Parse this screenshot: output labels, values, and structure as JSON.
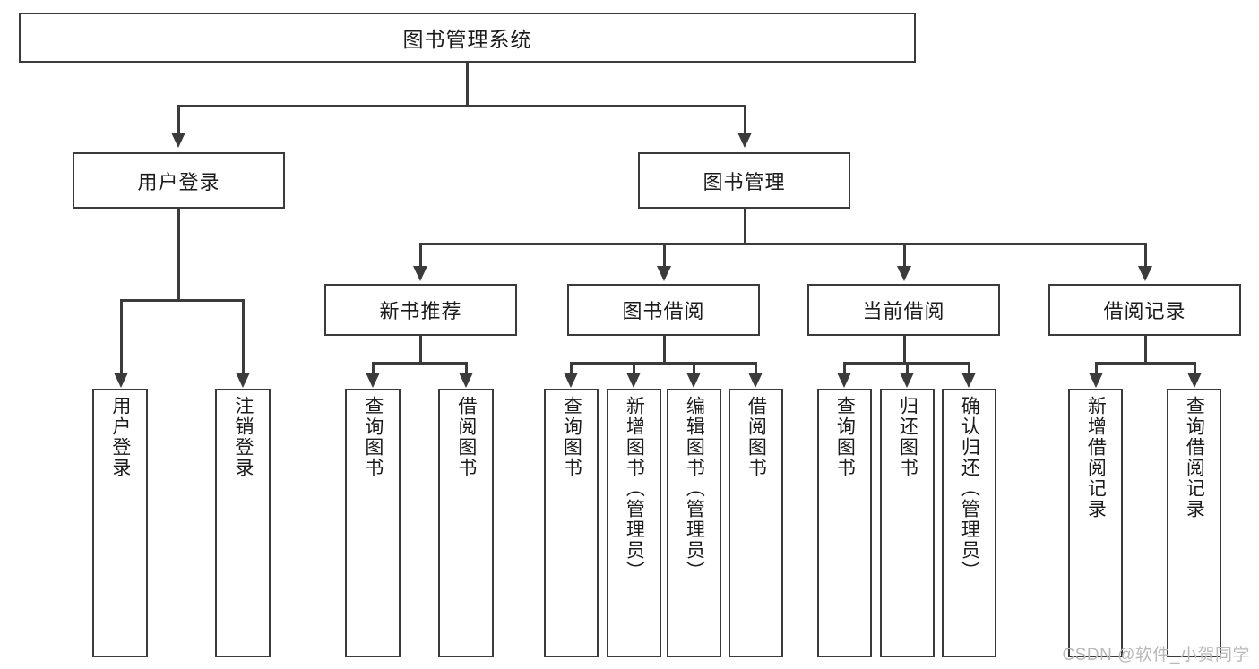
{
  "diagram": {
    "type": "tree-hierarchy-chart",
    "title": "图书管理系统",
    "watermark": "CSDN @软件_小贺同学",
    "colors": {
      "stroke": "#3b3b3b",
      "fill": "#ffffff",
      "text": "#1b1b1b",
      "watermark": "#b9b9b9"
    },
    "root": {
      "label": "图书管理系统"
    },
    "level1": [
      {
        "label": "用户登录"
      },
      {
        "label": "图书管理"
      }
    ],
    "level2": [
      {
        "label": "新书推荐"
      },
      {
        "label": "图书借阅"
      },
      {
        "label": "当前借阅"
      },
      {
        "label": "借阅记录"
      }
    ],
    "leaves": {
      "user_login": [
        {
          "label": "用户登录"
        },
        {
          "label": "注销登录"
        }
      ],
      "new_book": [
        {
          "label": "查询图书"
        },
        {
          "label": "借阅图书"
        }
      ],
      "borrow_book": [
        {
          "label": "查询图书"
        },
        {
          "label": "新增图书（管理员）"
        },
        {
          "label": "编辑图书（管理员）"
        },
        {
          "label": "借阅图书"
        }
      ],
      "current_borrow": [
        {
          "label": "查询图书"
        },
        {
          "label": "归还图书"
        },
        {
          "label": "确认归还（管理员）"
        }
      ],
      "borrow_record": [
        {
          "label": "新增借阅记录"
        },
        {
          "label": "查询借阅记录"
        }
      ]
    }
  }
}
